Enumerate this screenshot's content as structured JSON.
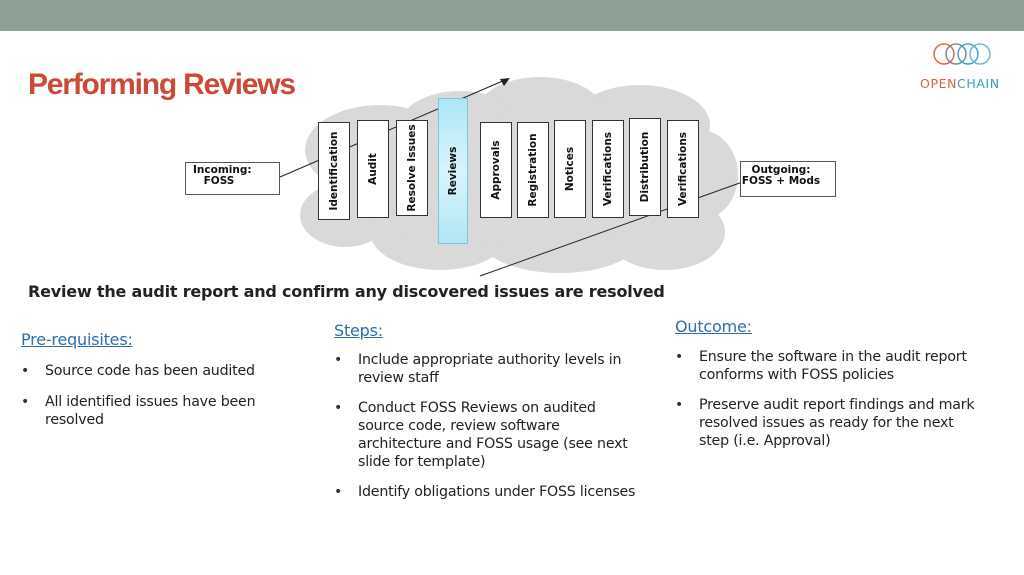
{
  "title": "Performing Reviews",
  "logo": {
    "open": "OPEN",
    "chain": "CHAIN"
  },
  "diagram": {
    "incoming": [
      "Incoming:",
      "FOSS"
    ],
    "outgoing": [
      "Outgoing:",
      "FOSS + Mods"
    ],
    "stages": [
      {
        "label": "Identification",
        "active": false
      },
      {
        "label": "Audit",
        "active": false
      },
      {
        "label": "Resolve Issues",
        "active": false
      },
      {
        "label": "Reviews",
        "active": true
      },
      {
        "label": "Approvals",
        "active": false
      },
      {
        "label": "Registration",
        "active": false
      },
      {
        "label": "Notices",
        "active": false
      },
      {
        "label": "Verifications",
        "active": false
      },
      {
        "label": "Distribution",
        "active": false
      },
      {
        "label": "Verifications",
        "active": false
      }
    ]
  },
  "subtitle": "Review the audit report and confirm any discovered issues are resolved",
  "prereq": {
    "heading": "Pre-requisites:",
    "items": [
      "Source code has been audited",
      "All identified issues have been resolved"
    ]
  },
  "steps": {
    "heading": "Steps:",
    "items": [
      "Include appropriate authority levels in review staff",
      "Conduct FOSS Reviews on audited source code, review software architecture and FOSS usage (see next slide for template)",
      "Identify obligations under FOSS licenses"
    ]
  },
  "outcome": {
    "heading": "Outcome:",
    "items": [
      "Ensure the software in the audit report conforms with FOSS policies",
      "Preserve audit report findings and mark resolved issues as ready for the next step (i.e. Approval)"
    ]
  },
  "colors": {
    "title": "#cc4a35",
    "link": "#2a6fb0",
    "topbar": "#8fa197",
    "active_stage": "#aee6f7"
  }
}
